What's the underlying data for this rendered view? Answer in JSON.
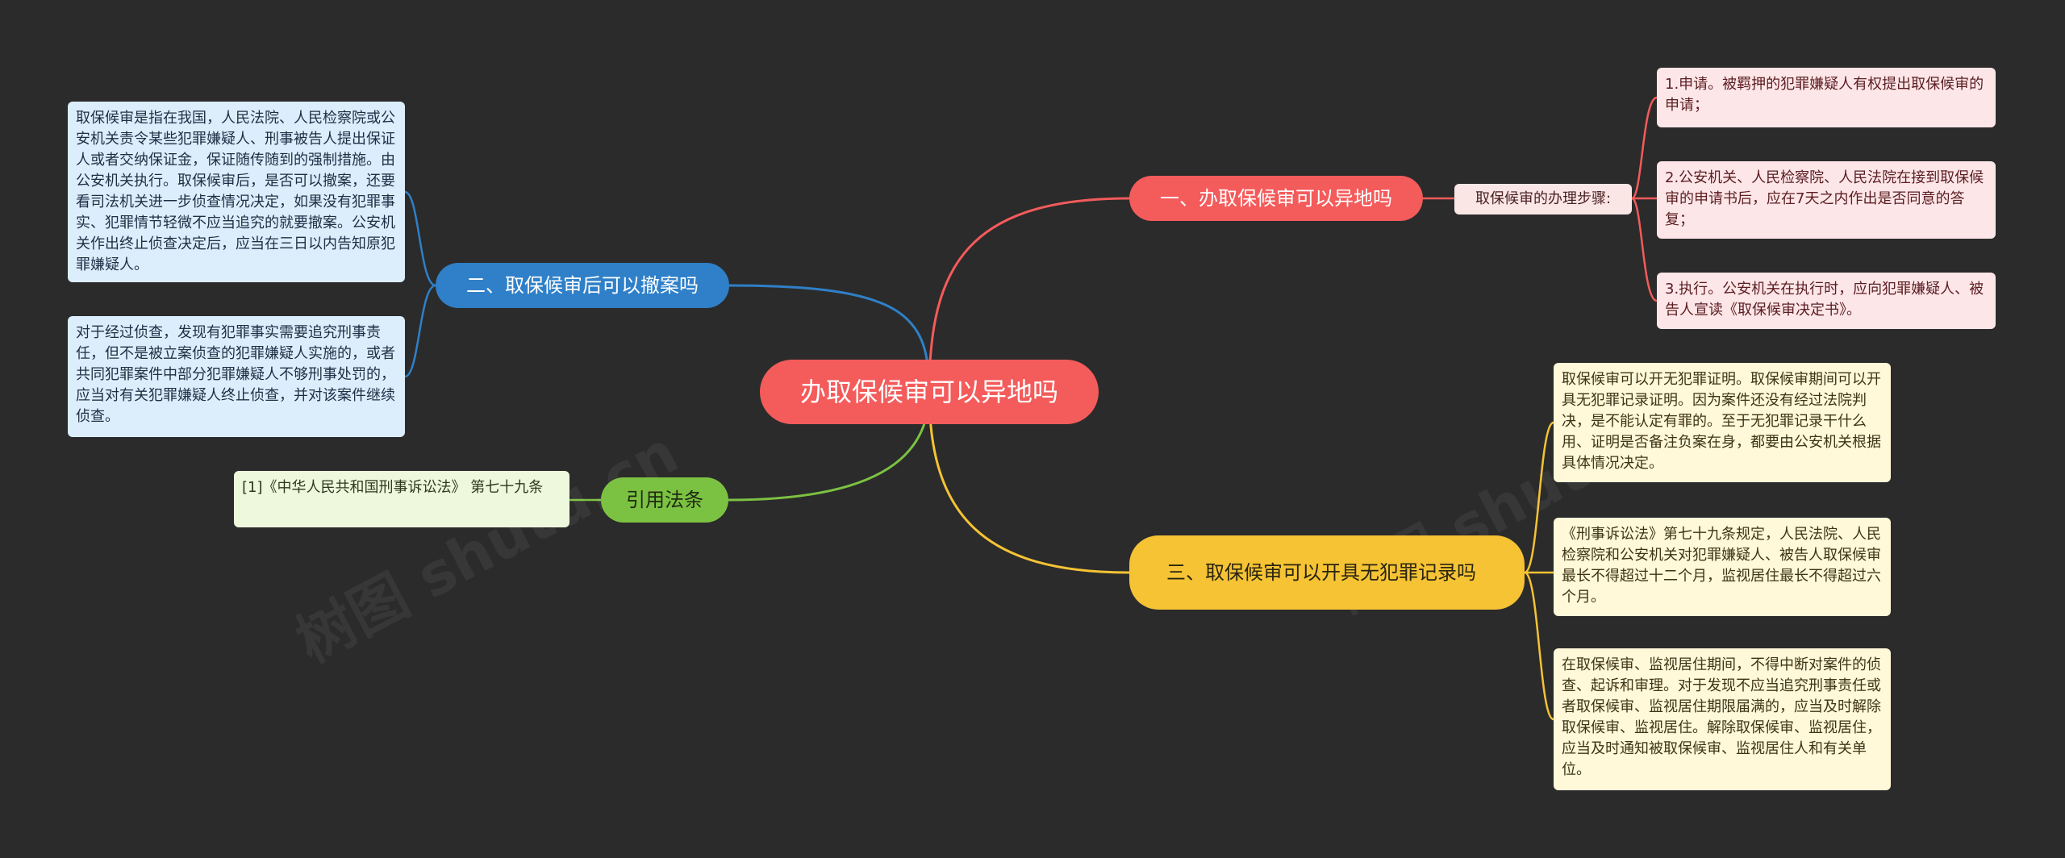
{
  "root": {
    "label": "办取保候审可以异地吗"
  },
  "branches": {
    "b1": {
      "label": "一、办取保候审可以异地吗"
    },
    "b2": {
      "label": "二、取保候审后可以撤案吗"
    },
    "b3": {
      "label": "引用法条"
    },
    "b4": {
      "label": "三、取保候审可以开具无犯罪记录吗"
    }
  },
  "b1_child": {
    "label": "取保候审的办理步骤:"
  },
  "leaves": {
    "l1": "1.申请。被羁押的犯罪嫌疑人有权提出取保候审的申请；",
    "l2": "2.公安机关、人民检察院、人民法院在接到取保候审的申请书后，应在7天之内作出是否同意的答复；",
    "l3": "3.执行。公安机关在执行时，应向犯罪嫌疑人、被告人宣读《取保候审决定书》。",
    "l4": "取保候审是指在我国，人民法院、人民检察院或公安机关责令某些犯罪嫌疑人、刑事被告人提出保证人或者交纳保证金，保证随传随到的强制措施。由公安机关执行。取保候审后，是否可以撤案，还要看司法机关进一步侦查情况决定，如果没有犯罪事实、犯罪情节轻微不应当追究的就要撤案。公安机关作出终止侦查决定后，应当在三日以内告知原犯罪嫌疑人。",
    "l5": "对于经过侦查，发现有犯罪事实需要追究刑事责任，但不是被立案侦查的犯罪嫌疑人实施的，或者共同犯罪案件中部分犯罪嫌疑人不够刑事处罚的，应当对有关犯罪嫌疑人终止侦查，并对该案件继续侦查。",
    "l6": "[1]《中华人民共和国刑事诉讼法》 第七十九条",
    "l7": "取保候审可以开无犯罪证明。取保候审期间可以开具无犯罪记录证明。因为案件还没有经过法院判决，是不能认定有罪的。至于无犯罪记录干什么用、证明是否备注负案在身，都要由公安机关根据具体情况决定。",
    "l8": "《刑事诉讼法》第七十九条规定，人民法院、人民检察院和公安机关对犯罪嫌疑人、被告人取保候审最长不得超过十二个月，监视居住最长不得超过六个月。",
    "l9": "在取保候审、监视居住期间，不得中断对案件的侦查、起诉和审理。对于发现不应当追究刑事责任或者取保候审、监视居住期限届满的，应当及时解除取保候审、监视居住。解除取保候审、监视居住，应当及时通知被取保候审、监视居住人和有关单位。"
  },
  "colors": {
    "background": "#2b2b2b",
    "red": "#f45b5b",
    "blue": "#2f80c8",
    "green": "#7cc242",
    "yellow": "#f5c334"
  }
}
